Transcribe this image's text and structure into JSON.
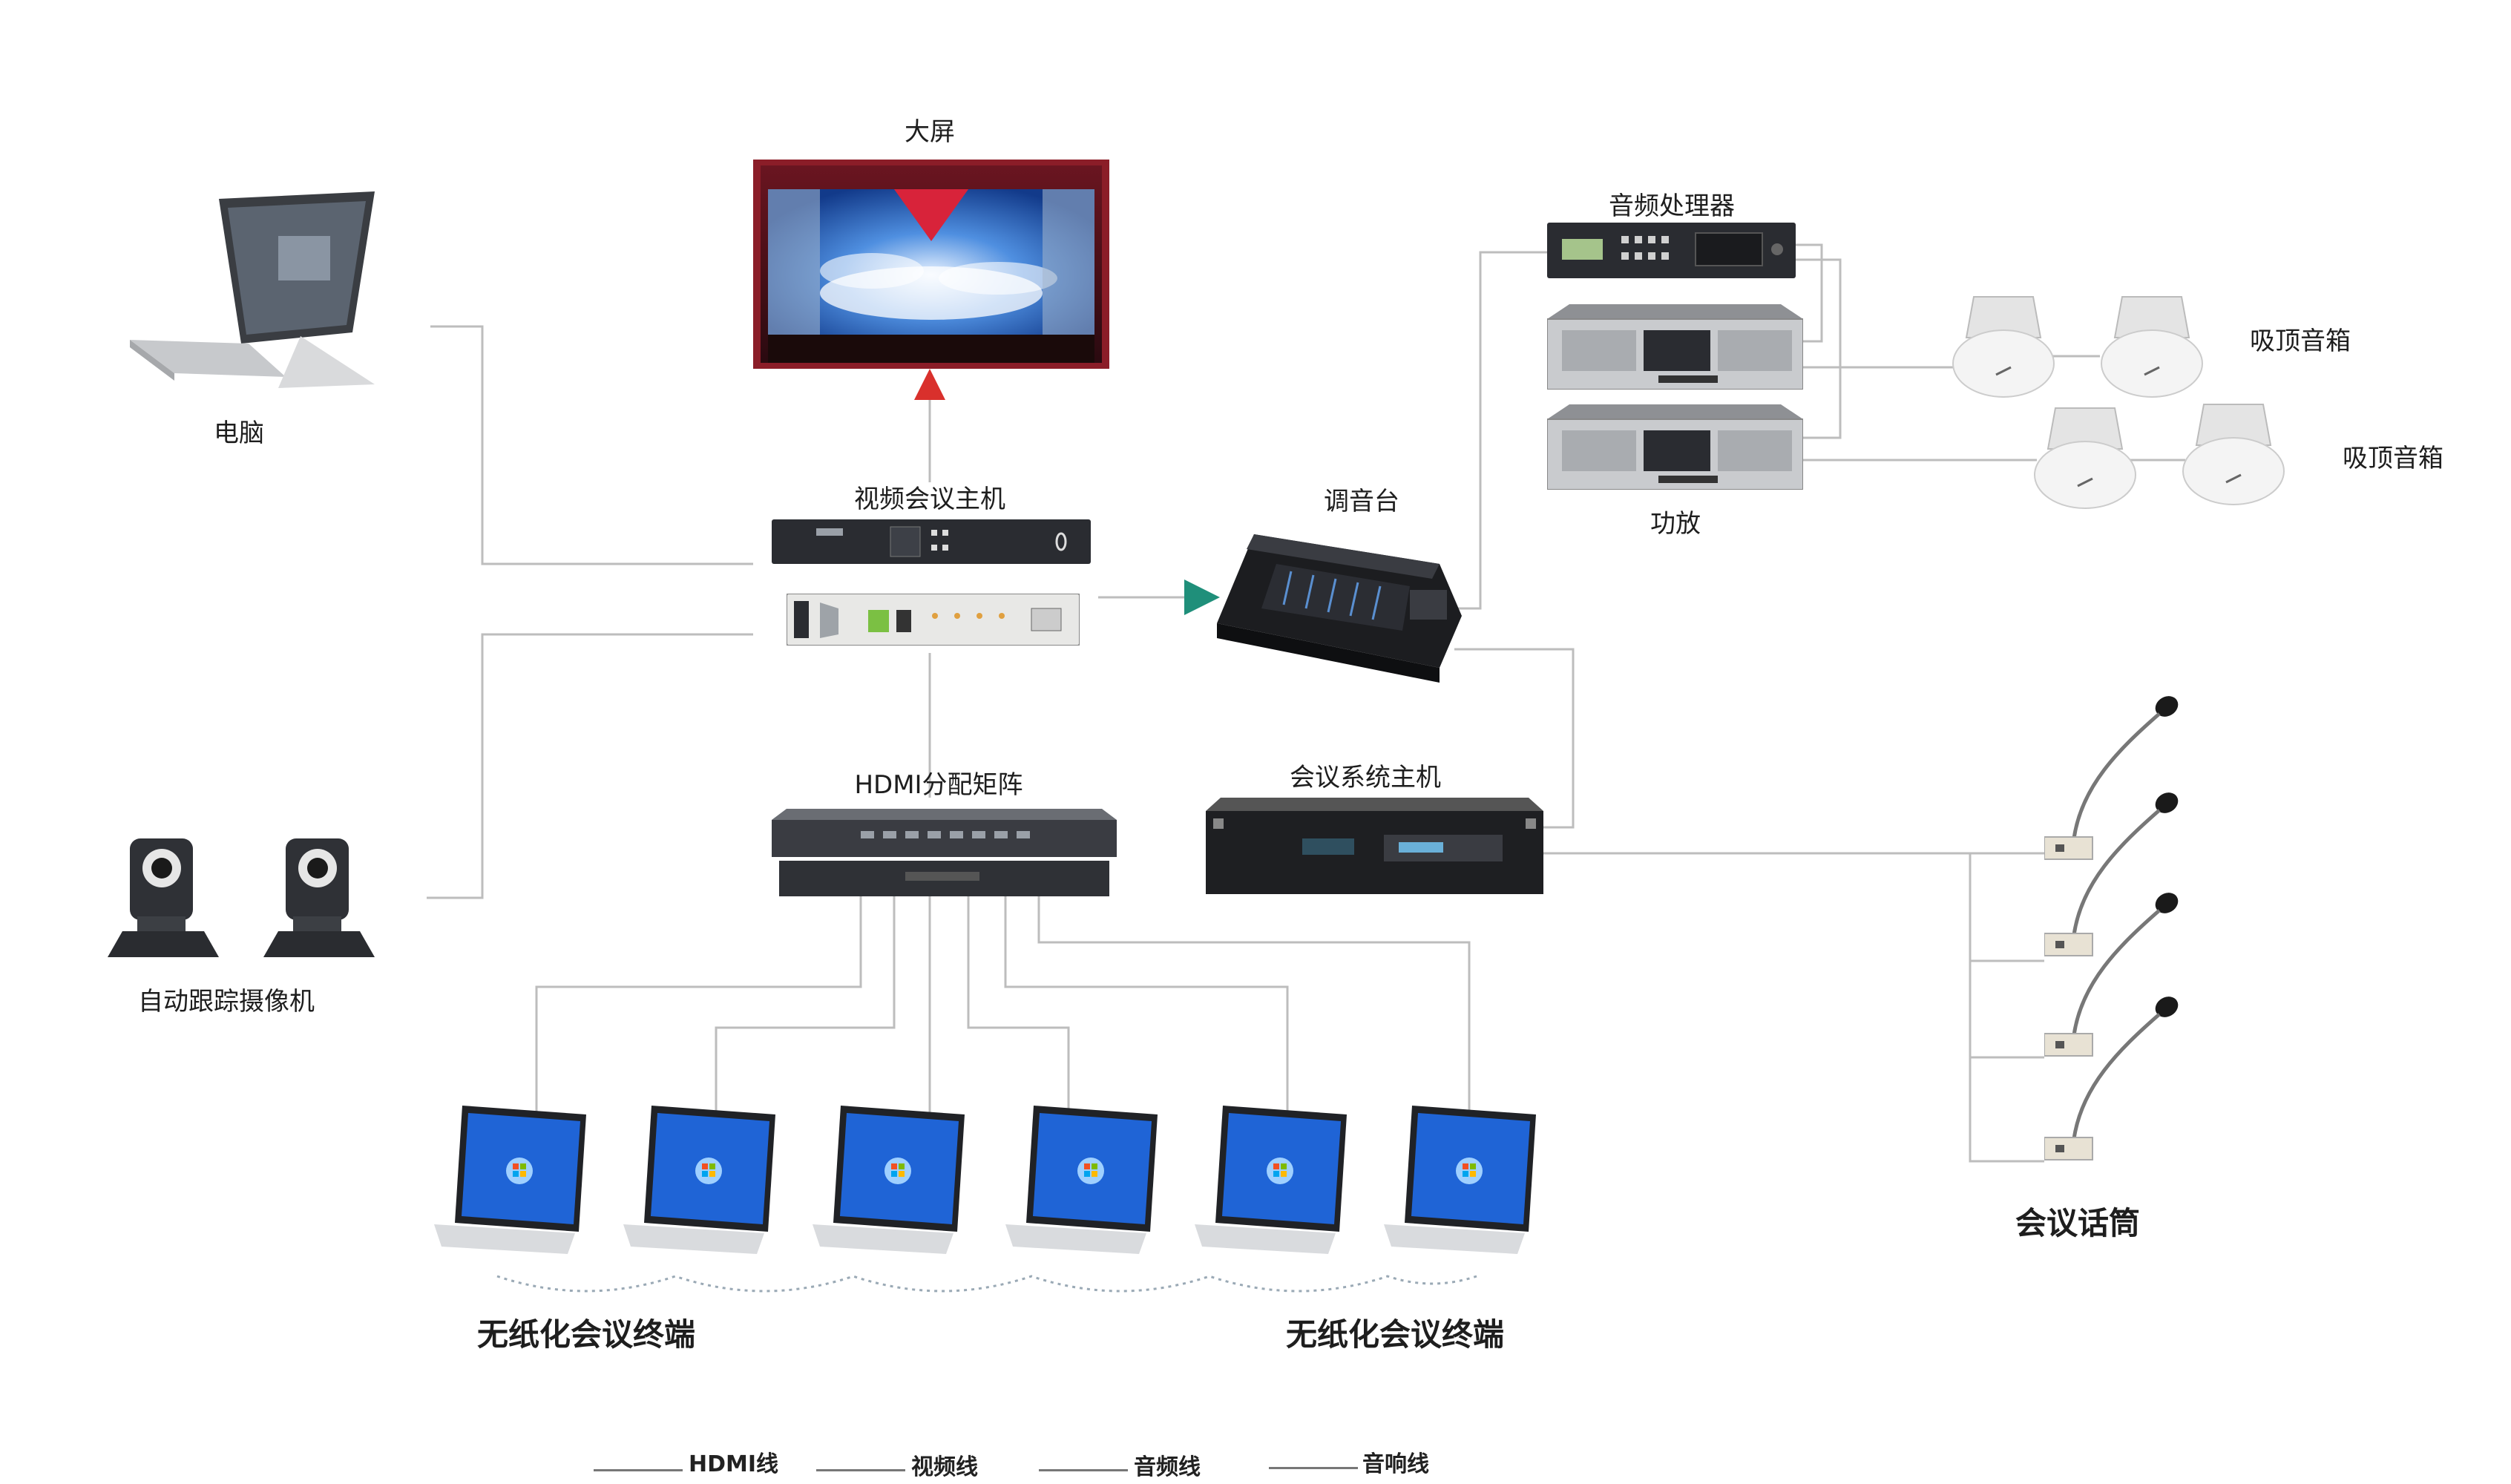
{
  "labels": {
    "big_screen": "大屏",
    "computer": "电脑",
    "video_host": "视频会议主机",
    "mixer": "调音台",
    "audio_processor": "音频处理器",
    "amplifier": "功放",
    "ceiling_speaker_1": "吸顶音箱",
    "ceiling_speaker_2": "吸顶音箱",
    "hdmi_matrix": "HDMI分配矩阵",
    "conference_host": "会议系统主机",
    "ptz_camera": "自动跟踪摄像机",
    "mic": "会议话筒",
    "terminal_left": "无纸化会议终端",
    "terminal_right": "无纸化会议终端"
  },
  "legend": [
    {
      "label": "HDMI线"
    },
    {
      "label": "视频线"
    },
    {
      "label": "音频线"
    },
    {
      "label": "音响线"
    }
  ],
  "colors": {
    "wire": "#b8b8b8",
    "arrow_red": "#d9302c",
    "arrow_green": "#1f8f7a",
    "screen_blue": "#1f64d6",
    "rack_dark": "#2a2c31",
    "rack_silver": "#c9cbce"
  },
  "icons": {
    "big_screen": "stage-led-screen-icon",
    "computer": "laptop-icon",
    "video_host": "rack-unit-icon",
    "mixer": "mixing-console-icon",
    "audio_processor": "rack-unit-icon",
    "amplifier": "power-amplifier-icon",
    "ceiling_speaker": "ceiling-speaker-icon",
    "hdmi_matrix": "hdmi-matrix-icon",
    "conference_host": "rack-unit-icon",
    "ptz_camera": "ptz-camera-icon",
    "mic": "gooseneck-mic-icon",
    "terminal": "lift-monitor-icon"
  }
}
